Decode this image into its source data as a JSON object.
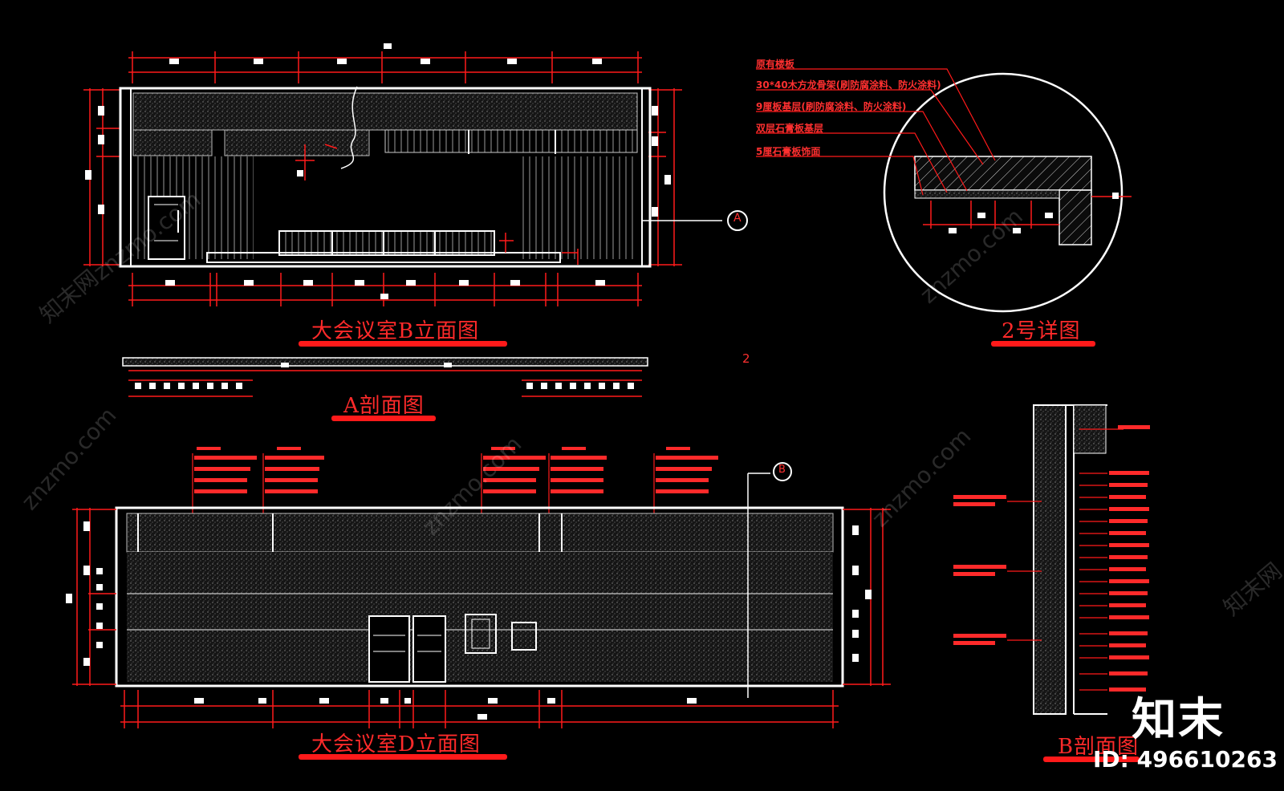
{
  "drawings": {
    "elevation_b": {
      "title": "大会议室B立面图"
    },
    "detail_2": {
      "title": "2号详图"
    },
    "section_a": {
      "title": "A剖面图"
    },
    "elevation_d": {
      "title": "大会议室D立面图"
    },
    "section_b": {
      "title": "B剖面图"
    }
  },
  "detail_2_notes": [
    "原有楼板",
    "30*40木方龙骨架(刷防腐涂料、防火涂料)",
    "9厘板基层(刷防腐涂料、防火涂料)",
    "双层石膏板基层",
    "5厘石膏板饰面"
  ],
  "callouts": {
    "section_marker_a": "A",
    "section_marker_b": "B",
    "stray_number": "2"
  },
  "brand": {
    "logo_text": "知末",
    "id_text": "ID: 496610263",
    "watermark": "znzmo.com",
    "watermark_cn": "知末网"
  },
  "colors": {
    "background": "#000000",
    "dimension_red": "#ff1a1a",
    "linework_white": "#ffffff",
    "hatch_gray": "#9a9a9a"
  }
}
